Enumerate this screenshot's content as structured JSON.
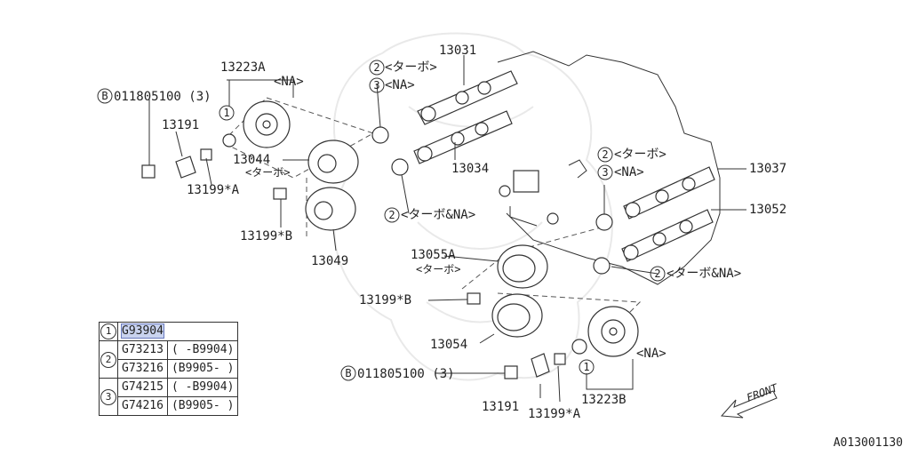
{
  "labels": {
    "p13031": "13031",
    "p13223a": "13223A",
    "na": "<NA>",
    "bolt_top": "011805100 (3)",
    "p13191": "13191",
    "p13044": "13044",
    "turbo": "<ターボ>",
    "p13199a": "13199*A",
    "p13199b": "13199*B",
    "p13049": "13049",
    "c2_turbo": "<ターボ>",
    "c3_na": "<NA>",
    "p13034": "13034",
    "c2_turbo_na": "<ターボ&NA>",
    "p13037": "13037",
    "p13052": "13052",
    "p13055a": "13055A",
    "p13054": "13054",
    "bolt_bottom": "011805100 (3)",
    "p13223b": "13223B",
    "front": "FRONT",
    "diagram_id": "A013001130"
  },
  "table": {
    "row1": {
      "key": "1",
      "part": "G93904"
    },
    "row2a": {
      "key": "2",
      "part": "G73213",
      "range": "( -B9904)"
    },
    "row2b": {
      "part": "G73216",
      "range": "(B9905- )"
    },
    "row3a": {
      "key": "3",
      "part": "G74215",
      "range": "( -B9904)"
    },
    "row3b": {
      "part": "G74216",
      "range": "(B9905- )"
    }
  },
  "marks": {
    "one": "1",
    "two": "2",
    "three": "3",
    "b": "B"
  },
  "colors": {
    "highlight": "#c9d3ef",
    "line": "#333333"
  }
}
